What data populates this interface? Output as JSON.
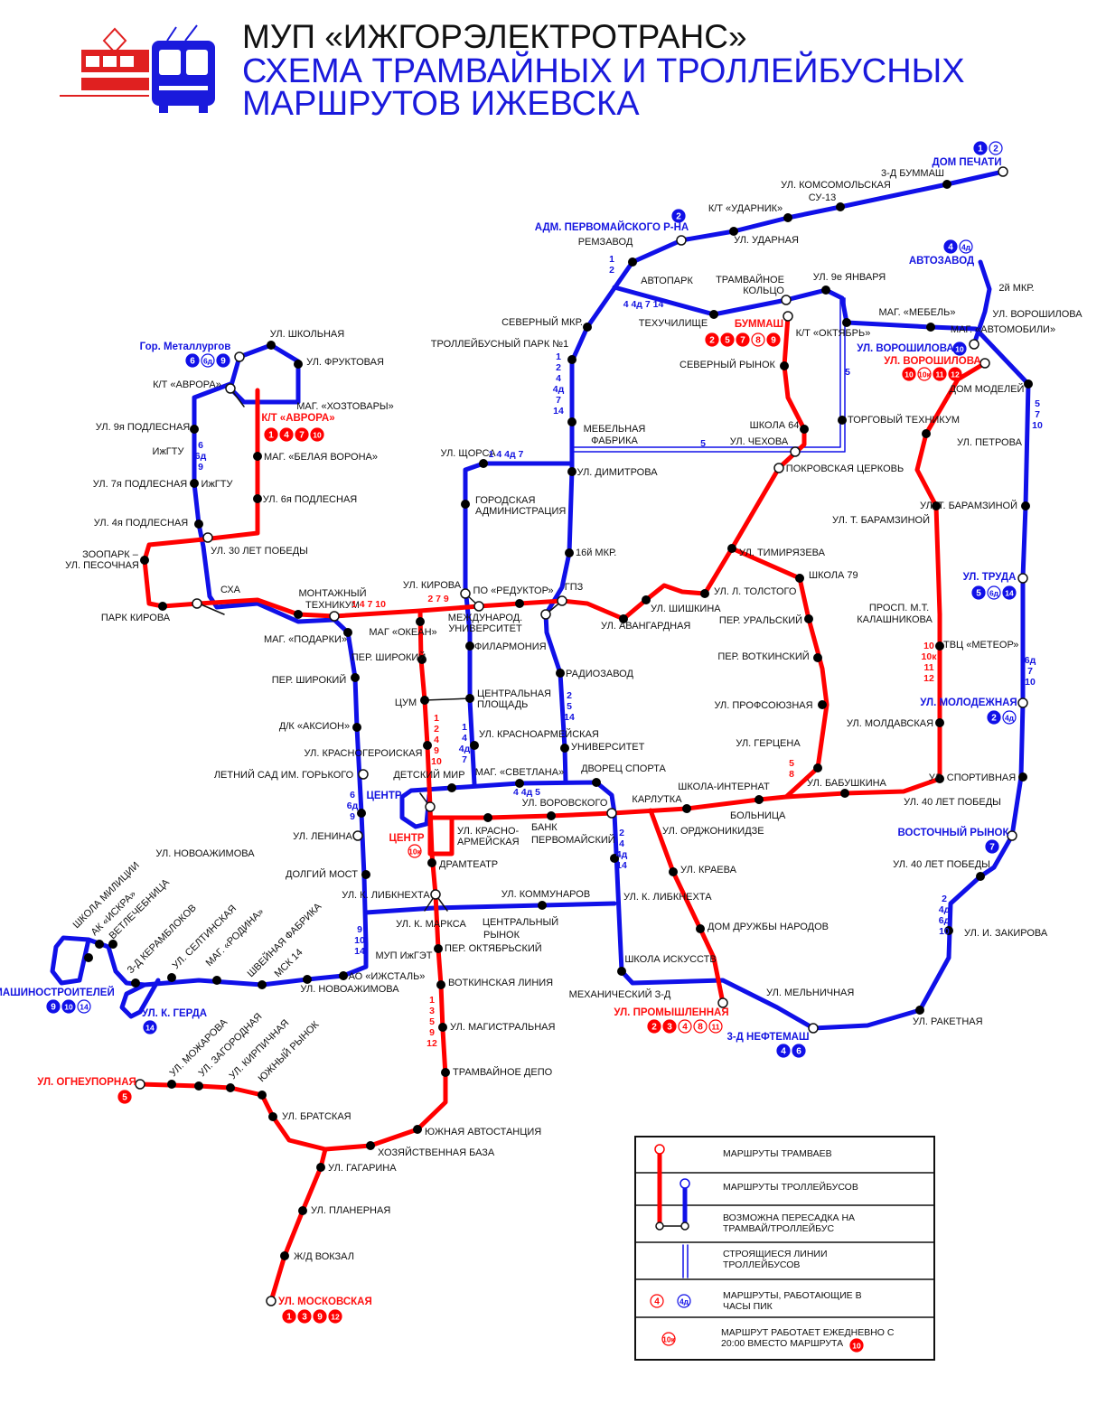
{
  "header": {
    "line1": "МУП «ИЖГОРЭЛЕКТРОТРАНС»",
    "line2": "СХЕМА ТРАМВАЙНЫХ И ТРОЛЛЕЙБУСНЫХ",
    "line3": "МАРШРУТОВ ИЖЕВСКА"
  },
  "colors": {
    "tram": "#ff0000",
    "trolleybus": "#1010e8",
    "station": "#000000"
  },
  "stations": {
    "dompechati": "ДОМ ПЕЧАТИ",
    "bummash3": "3-Д БУММАШ",
    "komsom": "УЛ. КОМСОМОЛЬСКАЯ",
    "su13": "СУ-13",
    "udarnik": "К/Т «УДАРНИК»",
    "udarnaya": "УЛ. УДАРНАЯ",
    "admperv": "АДМ. ПЕРВОМАЙСКОГО Р-НА",
    "remzavod": "РЕМЗАВОД",
    "avtopark": "АВТОПАРК",
    "tk1": "ТРАМВАЙНОЕ",
    "tk2": "КОЛЬЦО",
    "yanv9": "УЛ. 9е ЯНВАРЯ",
    "tehuch": "ТЕХУЧИЛИЩЕ",
    "sevmkr": "СЕВЕРНЫЙ МКР.",
    "trpark": "ТРОЛЛЕЙБУСНЫЙ ПАРК №1",
    "bummash": "БУММАШ",
    "oktyabr": "К/Т «ОКТЯБРЬ»",
    "mebel": "МАГ. «МЕБЕЛЬ»",
    "mkr2": "2й МКР.",
    "vorosh1": "УЛ. ВОРОШИЛОВА",
    "avtomob": "МАГ. «АВТОМОБИЛИ»",
    "avtozavod": "АВТОЗАВОД",
    "vorosh_b": "УЛ. ВОРОШИЛОВА",
    "vorosh_r": "УЛ. ВОРОШИЛОВА",
    "dommodel": "ДОМ МОДЕЛЕЙ",
    "sevrynok": "СЕВЕРНЫЙ РЫНОК",
    "shk64": "ШКОЛА 64",
    "chehova": "УЛ. ЧЕХОВА",
    "torgteh": "ТОРГОВЫЙ ТЕХНИКУМ",
    "petrova": "УЛ. ПЕТРОВА",
    "pokrov": "ПОКРОВСКАЯ ЦЕРКОВЬ",
    "mf1": "МЕБЕЛЬНАЯ",
    "mf2": "ФАБРИКА",
    "schorsa": "УЛ. ЩОРСА",
    "dimitrova": "УЛ. ДИМИТРОВА",
    "ga1": "ГОРОДСКАЯ",
    "ga2": "АДМИНИСТРАЦИЯ",
    "mkr16": "16й МКР.",
    "baram1": "УЛ. Т. БАРАМЗИНОЙ",
    "baram2": "УЛ. Т. БАРАМЗИНОЙ",
    "timir": "УЛ. ТИМИРЯЗЕВА",
    "shk79": "ШКОЛА 79",
    "kal1": "ПРОСП. М.Т.",
    "kal2": "КАЛАШНИКОВА",
    "truda": "УЛ. ТРУДА",
    "tolstogo": "УЛ. Л. ТОЛСТОГО",
    "shishkina": "УЛ. ШИШКИНА",
    "avangard": "УЛ. АВАНГАРДНАЯ",
    "ural": "ПЕР. УРАЛЬСКИЙ",
    "meteor": "ТВЦ «МЕТЕОР»",
    "votk": "ПЕР. ВОТКИНСКИЙ",
    "profs": "УЛ. ПРОФСОЮЗНАЯ",
    "molod": "УЛ. МОЛОДЕЖНАЯ",
    "moldav": "УЛ. МОЛДАВСКАЯ",
    "gercena": "УЛ. ГЕРЦЕНА",
    "babush": "УЛ. БАБУШКИНА",
    "sport": "УЛ. СПОРТИВНАЯ",
    "pob40a": "УЛ. 40 ЛЕТ ПОБЕДЫ",
    "vostrynok": "ВОСТОЧНЫЙ РЫНОК",
    "pob40b": "УЛ. 40 ЛЕТ ПОБЕДЫ",
    "zakirova": "УЛ. И. ЗАКИРОВА",
    "raket": "УЛ. РАКЕТНАЯ",
    "melnich": "УЛ. МЕЛЬНИЧНАЯ",
    "neftemash": "3-Д НЕФТЕМАШ",
    "prom": "УЛ. ПРОМЫШЛЕННАЯ",
    "mehzd": "МЕХАНИЧЕСКИЙ З-Д",
    "shkisk": "ШКОЛА ИСКУССТВ",
    "ddn": "ДОМ ДРУЖБЫ НАРОДОВ",
    "libk_e": "УЛ. К. ЛИБКНЕХТА",
    "kraeva": "УЛ. КРАЕВА",
    "ordzh": "УЛ. ОРДЖОНИКИДЗЕ",
    "bolnica": "БОЛЬНИЦА",
    "shkint": "ШКОЛА-ИНТЕРНАТ",
    "karlutka": "КАРЛУТКА",
    "dvorec": "ДВОРЕЦ СПОРТА",
    "vorovsk": "УЛ. ВОРОВСКОГО",
    "bank1": "БАНК",
    "bank2": "ПЕРВОМАЙСКИЙ",
    "krarm1": "УЛ. КРАСНО-",
    "krarm2": "АРМЕЙСКАЯ",
    "svetlana": "МАГ. «СВЕТЛАНА»",
    "univer": "УНИВЕРСИТЕТ",
    "krarm3": "УЛ. КРАСНОАРМЕЙСКАЯ",
    "cp1": "ЦЕНТРАЛЬНАЯ",
    "cp2": "ПЛОЩАДЬ",
    "radio": "РАДИОЗАВОД",
    "filarm": "ФИЛАРМОНИЯ",
    "mu1": "МЕЖДУНАРОД.",
    "mu2": "УНИВЕРСИТЕТ",
    "reduktor": "ПО «РЕДУКТОР»",
    "gpz": "ГПЗ",
    "kirova": "УЛ. КИРОВА",
    "okean": "МАГ «ОКЕАН»",
    "cum": "ЦУМ",
    "detmir": "ДЕТСКИЙ МИР",
    "centr_b": "ЦЕНТР",
    "centr_r": "ЦЕНТР",
    "dramteatr": "ДРАМТЕАТР",
    "kommun": "УЛ. КОММУНАРОВ",
    "kmarksa": "УЛ. К. МАРКСА",
    "cr1": "ЦЕНТРАЛЬНЫЙ",
    "cr2": "РЫНОК",
    "oktyabr_per": "ПЕР. ОКТЯБРЬСКИЙ",
    "votklin": "ВОТКИНСКАЯ ЛИНИЯ",
    "magistr": "УЛ. МАГИСТРАЛЬНАЯ",
    "depo": "ТРАМВАЙНОЕ ДЕПО",
    "yuzhavto": "ЮЖНАЯ АВТОСТАНЦИЯ",
    "hozbaza": "ХОЗЯЙСТВЕННАЯ БАЗА",
    "gagarina": "УЛ. ГАГАРИНА",
    "planer": "УЛ. ПЛАНЕРНАЯ",
    "vokzal": "Ж/Д ВОКЗАЛ",
    "moskov": "УЛ. МОСКОВСКАЯ",
    "bratsk": "УЛ. БРАТСКАЯ",
    "ogneup": "УЛ. ОГНЕУПОРНАЯ",
    "mozharova": "УЛ. МОЖАРОВА",
    "zagorod": "УЛ. ЗАГОРОДНАЯ",
    "kirpich": "УЛ. КИРПИЧНАЯ",
    "yuzhryn": "ЮЖНЫЙ РЫНОК",
    "libk_w": "УЛ. К. ЛИБКНЕХТА",
    "dolgmost": "ДОЛГИЙ МОСТ",
    "lenina": "УЛ. ЛЕНИНА",
    "novoazh1": "УЛ. НОВОАЖИМОВА",
    "letsad": "ЛЕТНИЙ САД ИМ. ГОРЬКОГО",
    "krger": "УЛ. КРАСНОГЕРОИСКАЯ",
    "akcion": "Д/К «АКСИОН»",
    "shir1": "ПЕР. ШИРОКИЙ",
    "shir2": "ПЕР. ШИРОКИЙ",
    "podarki": "МАГ. «ПОДАРКИ»",
    "mt1": "МОНТАЖНЫЙ",
    "mt2": "ТЕХНИКУМ",
    "parkkir": "ПАРК КИРОВА",
    "sha": "СХА",
    "zoo1": "ЗООПАРК –",
    "zoo2": "УЛ. ПЕСОЧНАЯ",
    "pob30": "УЛ. 30 ЛЕТ ПОБЕДЫ",
    "podl4": "УЛ. 4я ПОДЛЕСНАЯ",
    "podl6": "УЛ. 6я ПОДЛЕСНАЯ",
    "podl7": "УЛ. 7я ПОДЛЕСНАЯ",
    "izhgtu1": "ИжГТУ",
    "izhgtu2": "ИжГТУ",
    "belvor": "МАГ. «БЕЛАЯ ВОРОНА»",
    "podl9": "УЛ. 9я ПОДЛЕСНАЯ",
    "avrora_r": "К/Т «АВРОРА»",
    "hoztov": "МАГ. «ХОЗТОВАРЫ»",
    "avrora_b": "К/Т «АВРОРА»",
    "metall": "Гор. Металлургов",
    "shkoln": "УЛ. ШКОЛЬНАЯ",
    "frukt": "УЛ. ФРУКТОВАЯ",
    "izhget": "МУП ИжГЭТ",
    "izhstal": "АО «ИЖСТАЛЬ»",
    "novoazh2": "УЛ. НОВОАЖИМОВА",
    "mashstr": "МАШИНОСТРОИТЕЛЕЙ",
    "gerda": "УЛ. К. ГЕРДА",
    "shkmil": "ШКОЛА МИЛИЦИИ",
    "iskra": "АК «ИСКРА»",
    "vetl": "ВЕТЛЕЧЕБНИЦА",
    "keramb": "З-Д КЕРАМБЛОКОВ",
    "seltin": "УЛ. СЕЛТИНСКАЯ",
    "rodina": "МАГ. «РОДИНА»",
    "shveyn": "ШВЕЙНАЯ ФАБРИКА",
    "msk14": "МСК 14"
  },
  "route_labels": {
    "r_north": "1 2",
    "r_sev": "1 2 4 4д 7 14",
    "r_tehuch": "4 4д 7 14",
    "r_schorsa": "1 4 4д 7",
    "r_mebf": "5",
    "r_oktyabr": "5",
    "r_petrova": "5 7 10",
    "r_metall": "6 6д 9",
    "r_mt": "1 4 7 10",
    "r_kirova": "2 7 9",
    "r_cum": "1 2 4 9 10",
    "r_krarm": "1 4 4д 7",
    "r_radio": "2 5 14",
    "r_svet": "4 4д 5",
    "r_dvorec": "2 4 4д 14",
    "r_centr": "6 6д 9",
    "r_novoazh": "9 10 14",
    "r_meteor": "10 10к 11 12",
    "r_molod": "6д 7 10",
    "r_gercena": "5 8",
    "r_zakir": "2 4д 6д 10",
    "r_magistr": "1 3 5 9 12"
  },
  "badges": {
    "b_dompechati": [
      {
        "n": "1",
        "style": "filled-blue"
      },
      {
        "n": "2",
        "style": "outline-blue"
      }
    ],
    "b_admperv": [
      {
        "n": "2",
        "style": "filled-blue"
      }
    ],
    "b_avtozavod": [
      {
        "n": "4",
        "style": "filled-blue"
      },
      {
        "n": "4д",
        "style": "outline-blue"
      }
    ],
    "b_bummash": [
      {
        "n": "2",
        "style": "filled-red"
      },
      {
        "n": "5",
        "style": "filled-red"
      },
      {
        "n": "7",
        "style": "filled-red"
      },
      {
        "n": "8",
        "style": "outline-red"
      },
      {
        "n": "9",
        "style": "filled-red"
      }
    ],
    "b_vorosh_b": [
      {
        "n": "10",
        "style": "filled-blue"
      }
    ],
    "b_vorosh_r": [
      {
        "n": "10",
        "style": "filled-red"
      },
      {
        "n": "10к",
        "style": "outline-red"
      },
      {
        "n": "11",
        "style": "filled-red"
      },
      {
        "n": "12",
        "style": "filled-red"
      }
    ],
    "b_metall": [
      {
        "n": "6",
        "style": "filled-blue"
      },
      {
        "n": "6д",
        "style": "outline-blue"
      },
      {
        "n": "9",
        "style": "filled-blue"
      }
    ],
    "b_avrora": [
      {
        "n": "1",
        "style": "filled-red"
      },
      {
        "n": "4",
        "style": "filled-red"
      },
      {
        "n": "7",
        "style": "filled-red"
      },
      {
        "n": "10",
        "style": "filled-red"
      }
    ],
    "b_truda": [
      {
        "n": "5",
        "style": "filled-blue"
      },
      {
        "n": "6д",
        "style": "outline-blue"
      },
      {
        "n": "14",
        "style": "filled-blue"
      }
    ],
    "b_molod": [
      {
        "n": "2",
        "style": "filled-blue"
      },
      {
        "n": "4д",
        "style": "outline-blue"
      }
    ],
    "b_vostrynok": [
      {
        "n": "7",
        "style": "filled-blue"
      }
    ],
    "b_centr": [
      {
        "n": "10к",
        "style": "outline-red"
      }
    ],
    "b_prom": [
      {
        "n": "2",
        "style": "filled-red"
      },
      {
        "n": "3",
        "style": "filled-red"
      },
      {
        "n": "4",
        "style": "outline-red"
      },
      {
        "n": "8",
        "style": "outline-red"
      },
      {
        "n": "11",
        "style": "outline-red"
      }
    ],
    "b_neftemash": [
      {
        "n": "4",
        "style": "filled-blue"
      },
      {
        "n": "6",
        "style": "filled-blue"
      }
    ],
    "b_mashstr": [
      {
        "n": "9",
        "style": "filled-blue"
      },
      {
        "n": "10",
        "style": "filled-blue"
      },
      {
        "n": "14",
        "style": "outline-blue"
      }
    ],
    "b_gerda": [
      {
        "n": "14",
        "style": "filled-blue"
      }
    ],
    "b_ogneup": [
      {
        "n": "5",
        "style": "filled-red"
      }
    ],
    "b_moskov": [
      {
        "n": "1",
        "style": "filled-red"
      },
      {
        "n": "3",
        "style": "filled-red"
      },
      {
        "n": "9",
        "style": "filled-red"
      },
      {
        "n": "12",
        "style": "filled-red"
      }
    ],
    "b_leg_peak": [
      {
        "n": "4",
        "style": "outline-red"
      },
      {
        "n": "4д",
        "style": "outline-blue"
      }
    ],
    "b_leg_daily": [
      {
        "n": "10к",
        "style": "outline-red"
      }
    ],
    "b_leg_daily2": [
      {
        "n": "10",
        "style": "filled-red"
      }
    ]
  },
  "legend": {
    "tram": "МАРШРУТЫ ТРАМВАЕВ",
    "trolley": "МАРШРУТЫ ТРОЛЛЕЙБУСОВ",
    "transfer1": "ВОЗМОЖНА ПЕРЕСАДКА НА",
    "transfer2": "ТРАМВАЙ/ТРОЛЛЕЙБУС",
    "constr1": "СТРОЯЩИЕСЯ ЛИНИИ",
    "constr2": "ТРОЛЛЕЙБУСОВ",
    "peak1": "МАРШРУТЫ, РАБОТАЮЩИЕ В",
    "peak2": "ЧАСЫ ПИК",
    "daily1": "МАРШРУТ РАБОТАЕТ ЕЖЕДНЕВНО С",
    "daily2": "20:00 ВМЕСТО МАРШРУТА"
  }
}
